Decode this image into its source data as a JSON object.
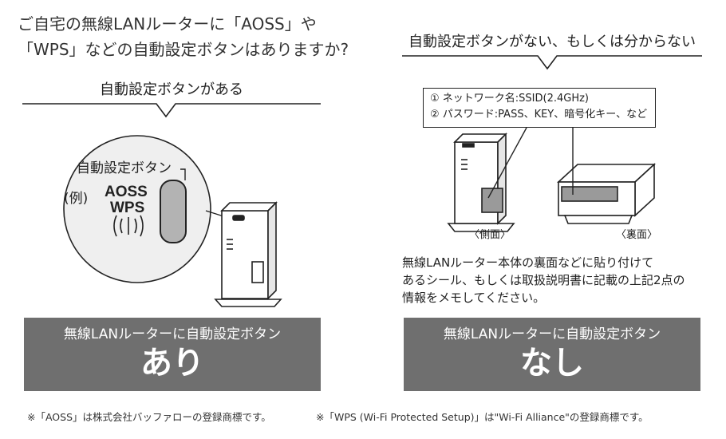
{
  "question": {
    "line1": "ご自宅の無線LANルーターに「AOSS」や",
    "line2": "「WPS」などの自動設定ボタンはありますか?"
  },
  "left": {
    "heading": "自動設定ボタンがある",
    "callout_label": "自動設定ボタン",
    "example_label": "(例)",
    "word_aoss": "AOSS",
    "word_wps": "WPS",
    "banner_small": "無線LANルーターに自動設定ボタン",
    "banner_big": "あり"
  },
  "right": {
    "heading": "自動設定ボタンがない、もしくは分からない",
    "info_line1": "① ネットワーク名:SSID(2.4GHz)",
    "info_line2": "② パスワード:PASS、KEY、暗号化キー、など",
    "caption_side": "〈側面〉",
    "caption_back": "〈裏面〉",
    "desc_line1": "無線LANルーター本体の裏面などに貼り付けて",
    "desc_line2": "あるシール、もしくは取扱説明書に記載の上記2点の",
    "desc_line3": "情報をメモしてください。",
    "banner_small": "無線LANルーターに自動設定ボタン",
    "banner_big": "なし"
  },
  "notes": {
    "left": "※「AOSS」は株式会社バッファローの登録商標です。",
    "right": "※「WPS (Wi-Fi Protected Setup)」は\"Wi-Fi Alliance\"の登録商標です。"
  },
  "colors": {
    "banner": "#6f6f6f",
    "button_fill": "#b3b3b3",
    "circle_fill": "#efefef"
  }
}
